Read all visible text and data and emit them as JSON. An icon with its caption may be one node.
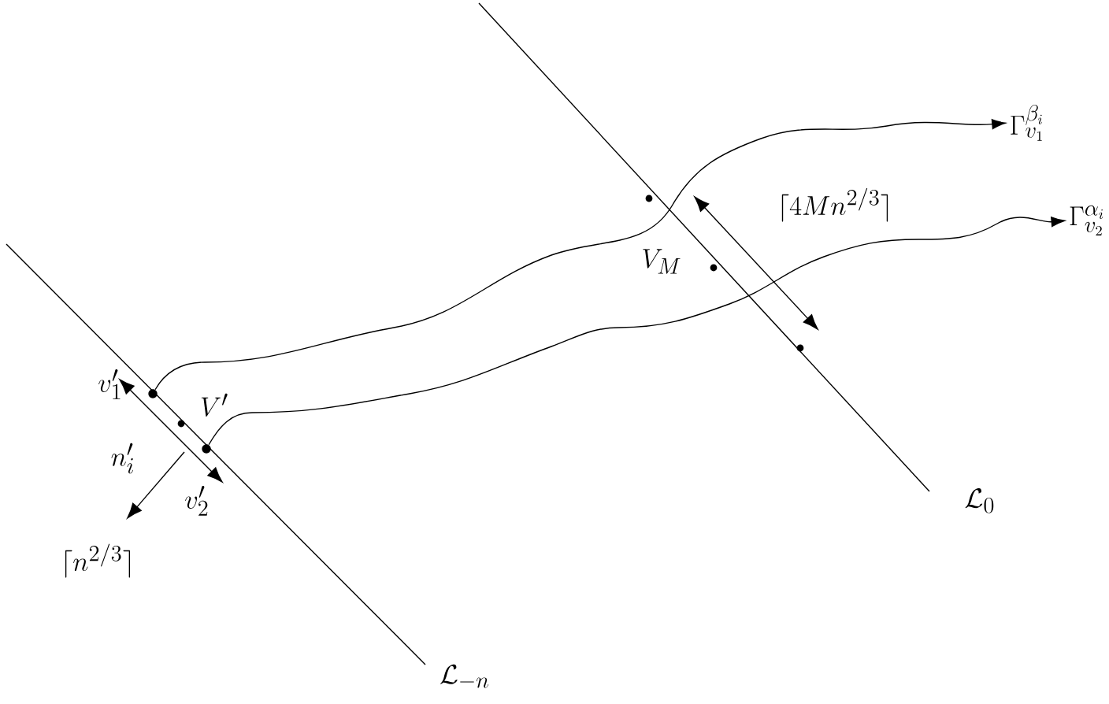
{
  "diagram": {
    "nodes": [
      {
        "text": [],
        "shape": "circle"
      },
      {
        "text": [],
        "shape": "circle"
      },
      {
        "text": [
          "\\Gamma_{v_1}^{\\beta_i}"
        ]
      },
      {
        "text": [
          "\\Gamma_{v_2}^{\\alpha_i}"
        ]
      }
    ],
    "edges": [
      {
        "from": 0,
        "to": 2,
        "arrow": "to"
      },
      {
        "from": 1,
        "to": 3,
        "arrow": "to"
      }
    ],
    "labels": [
      "v_1'",
      "V'",
      "n_i'",
      "v_2'",
      "\\lceil n^{2/3}\\rceil",
      "\\mathcal{L}_{-n}",
      "V_M",
      "\\lceil 4Mn^{2/3}\\rceil",
      "\\mathcal{L}_0"
    ]
  }
}
